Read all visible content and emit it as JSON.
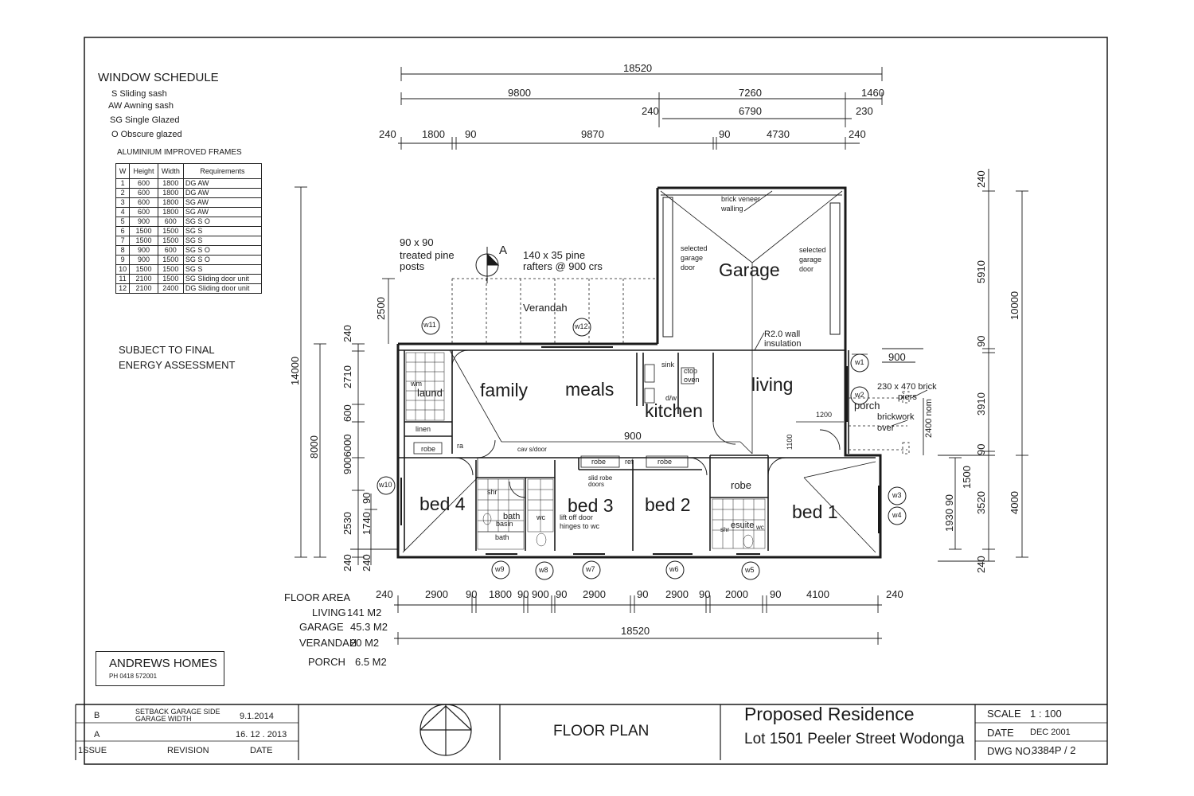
{
  "window_schedule": {
    "title": "WINDOW SCHEDULE",
    "legend": [
      "S  Sliding sash",
      "AW Awning sash",
      "SG Single Glazed",
      "O  Obscure glazed"
    ],
    "frames_label": "ALUMINIUM IMPROVED FRAMES",
    "headers": [
      "W",
      "Height",
      "Width",
      "Requirements"
    ],
    "rows": [
      [
        "1",
        "600",
        "1800",
        "DG  AW"
      ],
      [
        "2",
        "600",
        "1800",
        "DG  AW"
      ],
      [
        "3",
        "600",
        "1800",
        "SG  AW"
      ],
      [
        "4",
        "600",
        "1800",
        "SG  AW"
      ],
      [
        "5",
        "900",
        "600",
        "SG  S O"
      ],
      [
        "6",
        "1500",
        "1500",
        "SG  S"
      ],
      [
        "7",
        "1500",
        "1500",
        "SG  S"
      ],
      [
        "8",
        "900",
        "600",
        "SG  S O"
      ],
      [
        "9",
        "900",
        "1500",
        "SG  S O"
      ],
      [
        "10",
        "1500",
        "1500",
        "SG  S"
      ],
      [
        "11",
        "2100",
        "1500",
        "SG Sliding door unit"
      ],
      [
        "12",
        "2100",
        "2400",
        "DG Sliding door unit"
      ]
    ]
  },
  "notes": {
    "energy_line1": "SUBJECT TO FINAL",
    "energy_line2": "ENERGY ASSESSMENT",
    "posts_line1": "90 x 90",
    "posts_line2": "treated pine",
    "posts_line3": "posts",
    "rafters_line1": "140 x 35 pine",
    "rafters_line2": "rafters @ 900 crs",
    "section_marker": "A",
    "brick_veneer_line1": "brick veneer",
    "brick_veneer_line2": "walling",
    "garage_door_line1": "selected",
    "garage_door_line2": "garage",
    "garage_door_line3": "door",
    "insulation_line1": "R2.0 wall",
    "insulation_line2": "insulation",
    "piers_line1": "230 x 470 brick",
    "piers_line2": "piers",
    "brickwork_line1": "brickwork",
    "brickwork_line2": "over",
    "nom": "2400\nnom",
    "slid_robe_line1": "slid robe",
    "slid_robe_line2": "doors",
    "lift_off_line1": "lift off door",
    "lift_off_line2": "hinges to wc",
    "cav_door": "cav s/door",
    "dim_1200": "1200",
    "dim_1100": "1100",
    "dim_900_kitchen": "900",
    "dim_900_porch": "900"
  },
  "rooms": {
    "garage": "Garage",
    "verandah": "Verandah",
    "family": "family",
    "meals": "meals",
    "kitchen": "kitchen",
    "living": "living",
    "porch": "porch",
    "bed1": "bed 1",
    "bed2": "bed 2",
    "bed3": "bed 3",
    "bed4": "bed 4",
    "laund": "laund",
    "wm": "wm",
    "linen": "linen",
    "robe": "robe",
    "ra": "ra",
    "shr": "shr",
    "basin": "basin",
    "bath": "bath",
    "wc": "wc",
    "ref": "ref",
    "sink": "sink",
    "ctop_line1": "ctop",
    "ctop_line2": "oven",
    "dw": "d/w",
    "esuite": "esuite"
  },
  "windows": {
    "w1": "w1",
    "w2": "w2",
    "w3": "w3",
    "w4": "w4",
    "w5": "w5",
    "w6": "w6",
    "w7": "w7",
    "w8": "w8",
    "w9": "w9",
    "w10": "w10",
    "w11": "w11",
    "w12": "w12"
  },
  "dimensions": {
    "top_overall": "18520",
    "top_9800": "9800",
    "top_7260": "7260",
    "top_1460": "1460",
    "top_240a": "240",
    "top_6790": "6790",
    "top_230": "230",
    "top_240b": "240",
    "top_1800": "1800",
    "top_90a": "90",
    "top_9870": "9870",
    "top_90b": "90",
    "top_4730": "4730",
    "top_240c": "240",
    "bottom": [
      "240",
      "2900",
      "90",
      "1800",
      "90",
      "900",
      "90",
      "2900",
      "90",
      "2900",
      "90",
      "2000",
      "90",
      "4100",
      "240"
    ],
    "bottom_overall": "18520",
    "left_14000": "14000",
    "left_8000": "8000",
    "left_2500": "2500",
    "left_240a": "240",
    "left_2710": "2710",
    "left_600a": "600",
    "left_9006000": "9006000",
    "left_90": "90",
    "left_2530": "2530",
    "left_1740": "1740",
    "left_240b": "240",
    "left_240c": "240",
    "right_240": "240",
    "right_5910": "5910",
    "right_10000": "10000",
    "right_90a": "90",
    "right_3910": "3910",
    "right_90b": "90",
    "right_3520": "3520",
    "right_4000": "4000",
    "right_19309": "1930 90",
    "right_1500": "1500",
    "right_240b": "240"
  },
  "floor_area": {
    "title": "FLOOR AREA",
    "living_label": "LIVING",
    "living_value": "141 M2",
    "garage_label": "GARAGE",
    "garage_value": "45.3 M2",
    "verandah_label": "VERANDAH",
    "verandah_value": "20 M2",
    "porch_label": "PORCH",
    "porch_value": "6.5 M2"
  },
  "builder": {
    "name": "ANDREWS HOMES",
    "phone": "PH 0418 572001"
  },
  "title_block": {
    "rev_b_code": "B",
    "rev_b_text_line1": "SETBACK GARAGE SIDE",
    "rev_b_text_line2": "GARAGE WIDTH",
    "rev_b_date": "9.1.2014",
    "rev_a_code": "A",
    "rev_a_date": "16. 12 . 2013",
    "issue_label": "1SSUE",
    "revision_label": "REVISION",
    "date_label": "DATE",
    "drawing_title": "FLOOR  PLAN",
    "project_line1": "Proposed Residence",
    "project_line2": "Lot 1501 Peeler Street Wodonga",
    "scale_label": "SCALE",
    "scale_value": "1 : 100",
    "date2_label": "DATE",
    "date2_value": "DEC  2001",
    "dwg_label": "DWG NO.",
    "dwg_value": "3384P  /  2"
  }
}
